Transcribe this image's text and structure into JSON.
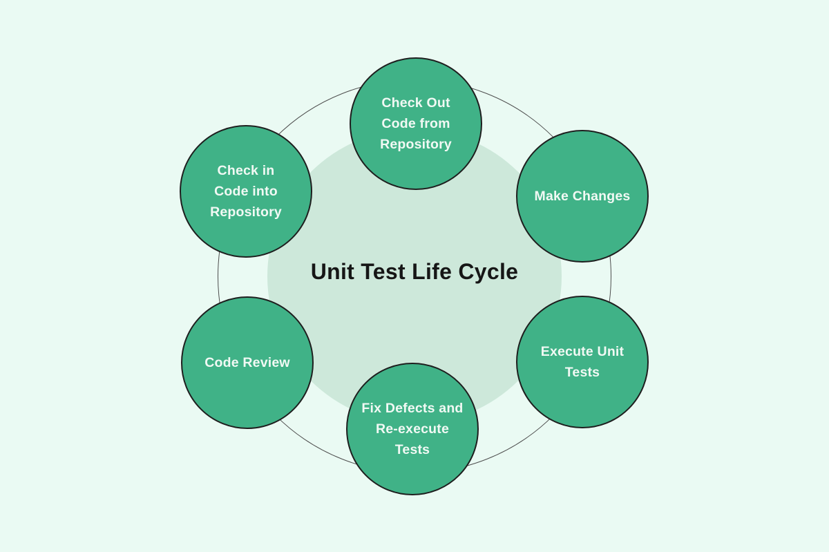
{
  "diagram": {
    "title": "Unit Test Life Cycle",
    "type": "cycle-diagram",
    "colors": {
      "background": "#EAFAF3",
      "inner_circle": "#CDE8DA",
      "node_fill": "#40B287",
      "node_border": "#1E1E1E",
      "ring_stroke": "#4D4D4D",
      "node_text": "#F1F9F4",
      "title_color": "#161616"
    },
    "nodes": [
      {
        "id": "check-out-code",
        "position": "top",
        "label": "Check Out\nCode from\nRepository"
      },
      {
        "id": "make-changes",
        "position": "top-right",
        "label": "Make Changes"
      },
      {
        "id": "execute-unit-tests",
        "position": "bottom-right",
        "label": "Execute Unit\nTests"
      },
      {
        "id": "fix-defects",
        "position": "bottom",
        "label": "Fix Defects and\nRe-execute\nTests"
      },
      {
        "id": "code-review",
        "position": "bottom-left",
        "label": "Code Review"
      },
      {
        "id": "check-in-code",
        "position": "top-left",
        "label": "Check in\nCode into\nRepository"
      }
    ]
  }
}
